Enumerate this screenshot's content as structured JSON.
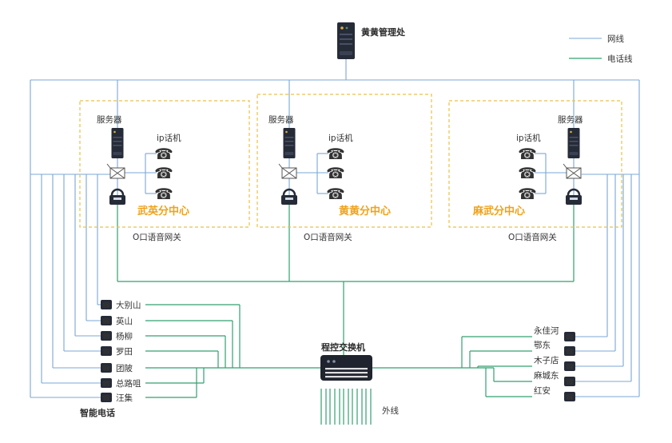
{
  "root_label": "黄黄管理处",
  "legend": {
    "network_label": "网线",
    "phone_label": "电话线"
  },
  "centers": [
    {
      "name": "武英分中心",
      "server_label": "服务器",
      "ip_phones_label": "ip话机",
      "gateway_label": "O口语音网关"
    },
    {
      "name": "黄黄分中心",
      "server_label": "服务器",
      "ip_phones_label": "ip话机",
      "gateway_label": "O口语音网关"
    },
    {
      "name": "麻武分中心",
      "server_label": "服务器",
      "ip_phones_label": "ip话机",
      "gateway_label": "O口语音网关"
    }
  ],
  "left_nodes": [
    "大别山",
    "英山",
    "杨柳",
    "罗田",
    "团陂",
    "总路咀",
    "汪集"
  ],
  "left_caption": "智能电话",
  "right_nodes": [
    "永佳河",
    "鄂东",
    "木子店",
    "麻城东",
    "红安"
  ],
  "switch_label": "程控交换机",
  "outside_label": "外线",
  "colors": {
    "network_line": "#7ba7d4",
    "phone_line": "#33a06f",
    "center_box_border": "#e9c14b",
    "center_name": "#f0a21a",
    "device_dark": "#262b38"
  }
}
